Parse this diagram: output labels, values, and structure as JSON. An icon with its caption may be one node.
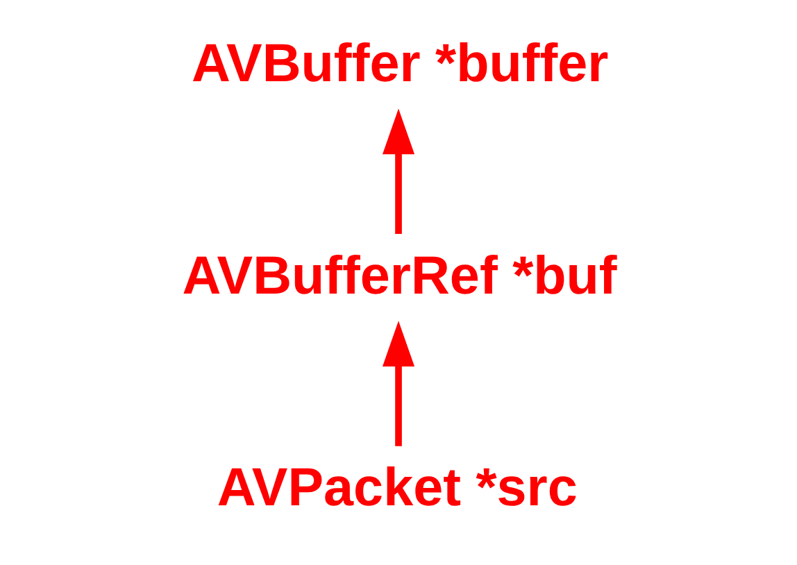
{
  "diagram": {
    "nodes": [
      {
        "text": [
          "AVBuffer *buffer"
        ]
      },
      {
        "text": [
          "AVBufferRef *buf"
        ]
      },
      {
        "text": [
          "AVPacket *src"
        ]
      }
    ],
    "edges": [
      {
        "from": 2,
        "to": 1,
        "arrow": "to"
      },
      {
        "from": 1,
        "to": 0,
        "arrow": "to"
      }
    ]
  }
}
